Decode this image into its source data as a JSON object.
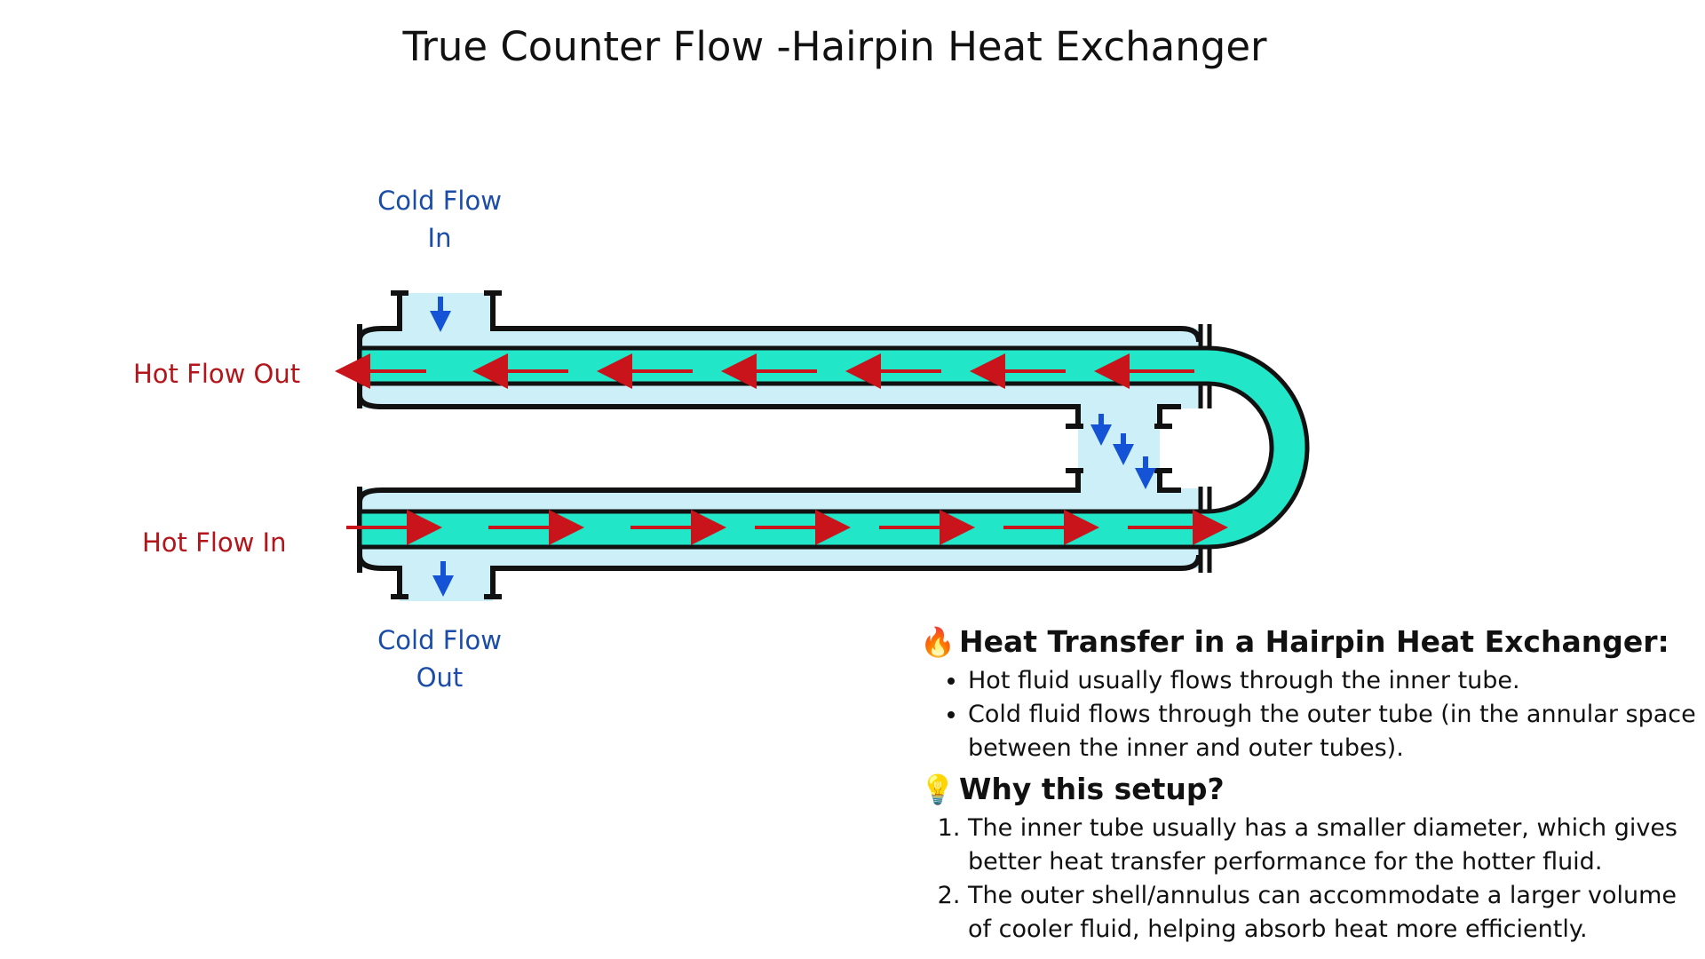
{
  "title": "True Counter Flow -Hairpin Heat Exchanger",
  "labels": {
    "cold_in": "Cold Flow\nIn",
    "cold_out": "Cold Flow\nOut",
    "hot_out": "Hot Flow Out",
    "hot_in": "Hot Flow In"
  },
  "colors": {
    "hot_fluid": "#22e6c8",
    "cold_fluid": "#cdeff8",
    "hot_arrow": "#c8141a",
    "cold_arrow": "#1553d6",
    "hot_text": "#b3151a",
    "cold_text": "#1a4ca8"
  },
  "panel": {
    "heat_heading": {
      "icon": "fire-icon",
      "text": "Heat Transfer in a Hairpin Heat Exchanger:"
    },
    "heat_points": [
      "Hot fluid usually flows through the inner tube.",
      "Cold fluid flows through the outer tube (in the annular space between the inner and outer tubes)."
    ],
    "why_heading": {
      "icon": "lightbulb-icon",
      "text": "Why this setup?"
    },
    "why_points": [
      "The inner tube usually has a smaller diameter, which gives better heat transfer performance for the hotter fluid.",
      "The outer shell/annulus can accommodate a larger volume of cooler fluid, helping absorb heat more efficiently."
    ]
  }
}
